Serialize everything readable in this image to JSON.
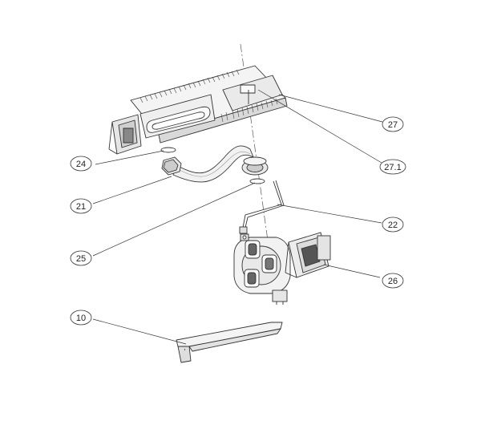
{
  "diagram": {
    "callouts": [
      {
        "id": "c27",
        "label": "27"
      },
      {
        "id": "c271",
        "label": "27.1"
      },
      {
        "id": "c24",
        "label": "24"
      },
      {
        "id": "c21",
        "label": "21"
      },
      {
        "id": "c22",
        "label": "22"
      },
      {
        "id": "c25",
        "label": "25"
      },
      {
        "id": "c26",
        "label": "26"
      },
      {
        "id": "c10",
        "label": "10"
      }
    ],
    "colors": {
      "line": "#333333",
      "part_fill": "#f2f2f2",
      "dark_fill": "#555555"
    }
  }
}
